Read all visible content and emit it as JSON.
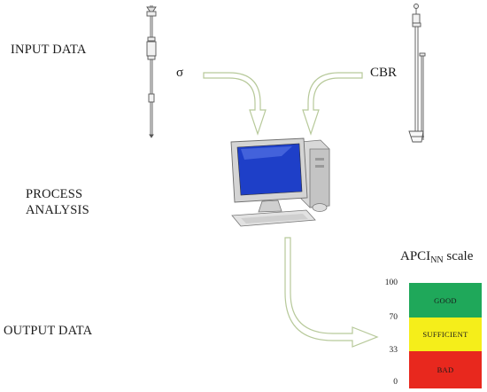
{
  "stages": {
    "input": "INPUT DATA",
    "process_line1": "PROCESS",
    "process_line2": "ANALYSIS",
    "output": "OUTPUT DATA"
  },
  "inputs": {
    "left": "σ",
    "right": "CBR"
  },
  "scale": {
    "title_main": "APCI",
    "title_sub": "NN",
    "title_tail": " scale",
    "ticks": [
      "100",
      "70",
      "33",
      "0"
    ],
    "bands": [
      {
        "label": "GOOD",
        "from": 70,
        "to": 100,
        "color": "#1fa85a"
      },
      {
        "label": "SUFFICIENT",
        "from": 33,
        "to": 70,
        "color": "#f5ee1a"
      },
      {
        "label": "BAD",
        "from": 0,
        "to": 33,
        "color": "#e8281e"
      }
    ]
  },
  "colors": {
    "arrow_stroke": "#b7c99a",
    "arrow_fill": "#ffffff",
    "screen": "#1e3fc8"
  }
}
